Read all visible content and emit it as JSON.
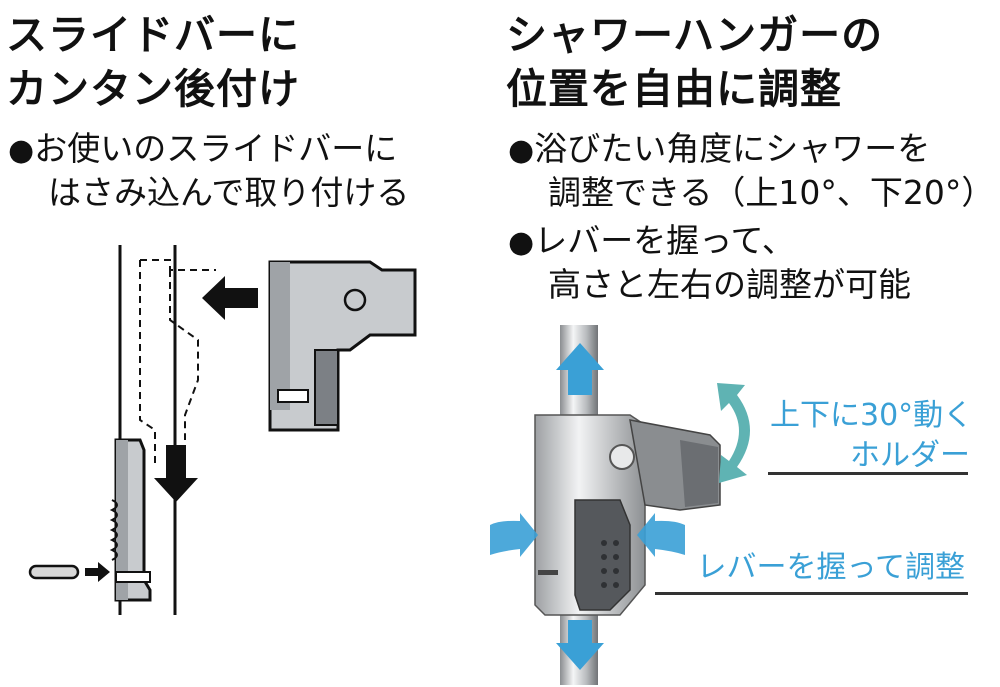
{
  "left": {
    "title_line1": "スライドバーに",
    "title_line2": "カンタン後付け",
    "bullet_mark": "●",
    "bullet_line1": "お使いのスライドバーに",
    "bullet_line2": "はさみ込んで取り付ける"
  },
  "right": {
    "title_line1": "シャワーハンガーの",
    "title_line2": "位置を自由に調整",
    "bullet_mark": "●",
    "bullet1_line1": "浴びたい角度にシャワーを",
    "bullet1_line2": "調整できる（上10°、下20°）",
    "bullet2_line1": "レバーを握って、",
    "bullet2_line2": "高さと左右の調整が可能",
    "callout_holder_line1": "上下に30°動く",
    "callout_holder_line2": "ホルダー",
    "callout_lever": "レバーを握って調整"
  },
  "colors": {
    "accent_blue": "#3aa0d6",
    "teal_arrow": "#5fb3b3",
    "metal_dark": "#6b6e72",
    "metal_light": "#c8cbce"
  }
}
